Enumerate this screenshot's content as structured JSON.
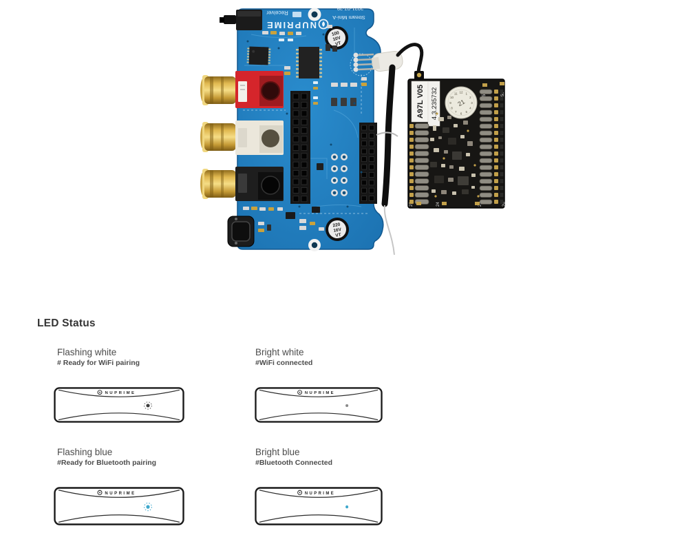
{
  "photo": {
    "pcb": {
      "brand": "NUPRIME",
      "brand_sub": "Receiver",
      "model": "Stream Mini-A",
      "date": "2021-07-29",
      "cap1": [
        "100",
        "10V",
        "VT"
      ],
      "cap2": [
        "220",
        "16V",
        "VT"
      ],
      "board_color": "#2181c4"
    },
    "module": {
      "label_line1": "A97L V05",
      "label_line2": "4.3.235732",
      "stamp_center": "21",
      "stamp_numbers": [
        "1",
        "2",
        "3",
        "4",
        "5",
        "6",
        "7",
        "8",
        "9",
        "10",
        "11",
        "12"
      ],
      "pin_top_right_1": "57",
      "pin_top_right_2": "58",
      "pins_bottom": [
        "23",
        "24",
        "25",
        "26"
      ],
      "board_color": "#171614"
    }
  },
  "led_status": {
    "title": "LED Status",
    "brand": "NUPRIME",
    "led_colors": {
      "white_dot": "#3c3c3c",
      "white_dim": "#8a8a8a",
      "blue_dot": "#3fa8cc"
    },
    "items": [
      {
        "state": "Flashing white",
        "description": "# Ready for WiFi pairing",
        "led": "flashing-white"
      },
      {
        "state": "Bright white",
        "description": "#WiFi connected",
        "led": "bright-white"
      },
      {
        "state": "Flashing blue",
        "description": "#Ready for Bluetooth pairing",
        "led": "flashing-blue"
      },
      {
        "state": "Bright blue",
        "description": "#Bluetooth Connected",
        "led": "bright-blue"
      }
    ]
  }
}
